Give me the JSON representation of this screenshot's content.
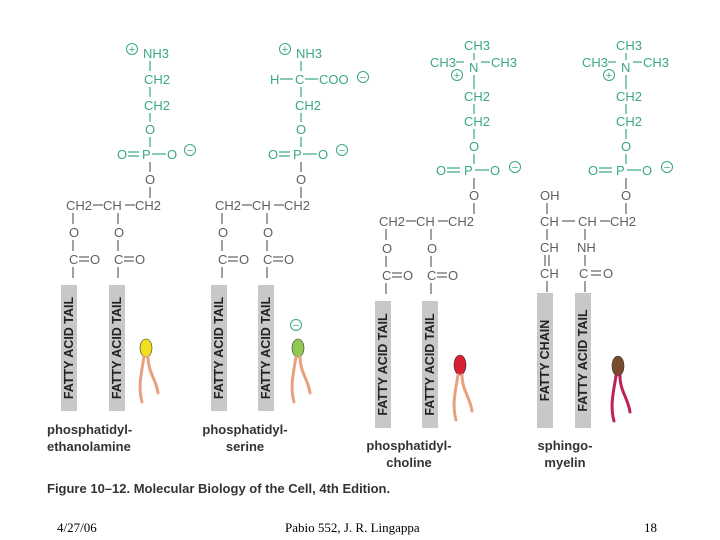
{
  "colors": {
    "headgroup": "#3aa882",
    "backbone": "#606060",
    "tail_bar": "#c8c8c8",
    "pe_head": "#f0e020",
    "ps_head": "#90c850",
    "pc_head": "#d82030",
    "sm_head": "#7a4a30",
    "sm_tail": "#c0205a",
    "tail_legs": "#e8a080"
  },
  "icons": [
    "positive-charge-icon",
    "negative-charge-icon",
    "lipid-cartoon-icon"
  ],
  "text": {
    "nh3": "NH3",
    "ch2": "CH2",
    "ch3": "CH3",
    "ch": "CH",
    "o": "O",
    "oh": "OH",
    "nh": "NH",
    "n": "N",
    "h": "H",
    "c": "C",
    "coo": "COO",
    "p": "P",
    "plus": "+",
    "minus": "−"
  },
  "lipids": [
    {
      "line1": "phosphatidyl-",
      "line2": "ethanolamine",
      "tails": [
        "FATTY ACID TAIL",
        "FATTY ACID TAIL"
      ]
    },
    {
      "line1": "phosphatidyl-",
      "line2": "serine",
      "tails": [
        "FATTY ACID TAIL",
        "FATTY ACID TAIL"
      ]
    },
    {
      "line1": "phosphatidyl-",
      "line2": "choline",
      "tails": [
        "FATTY ACID TAIL",
        "FATTY ACID TAIL"
      ]
    },
    {
      "line1": "sphingo-",
      "line2": "myelin",
      "tails": [
        "FATTY CHAIN",
        "FATTY ACID TAIL"
      ]
    }
  ],
  "caption": "Figure 10–12. Molecular Biology of the Cell, 4th Edition.",
  "footer": {
    "date": "4/27/06",
    "course": "Pabio 552,  J. R. Lingappa",
    "page": "18"
  }
}
